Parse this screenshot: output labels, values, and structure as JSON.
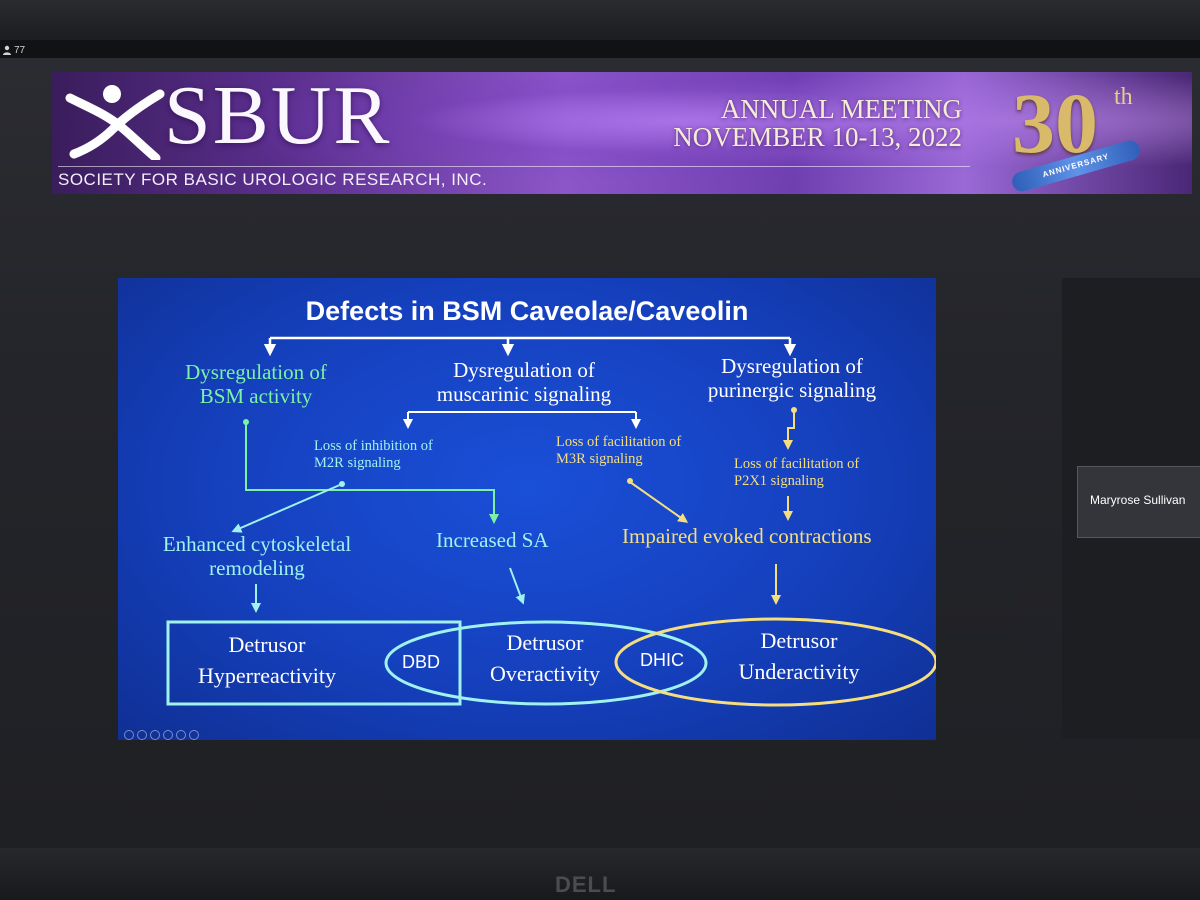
{
  "toolbar": {
    "participant_count": "77"
  },
  "banner": {
    "org": "SBUR",
    "org_full": "SOCIETY FOR BASIC UROLOGIC RESEARCH, INC.",
    "meeting": "ANNUAL MEETING",
    "dates": "NOVEMBER 10-13, 2022",
    "anniversary_number": "30",
    "anniversary_suffix": "th",
    "anniversary_ribbon": "ANNIVERSARY"
  },
  "slide": {
    "title": "Defects in BSM Caveolae/Caveolin",
    "branch_bsm_line1": "Dysregulation of",
    "branch_bsm_line2": "BSM activity",
    "branch_musc_line1": "Dysregulation of",
    "branch_musc_line2": "muscarinic signaling",
    "branch_puri_line1": "Dysregulation of",
    "branch_puri_line2": "purinergic signaling",
    "m2r_line1": "Loss of inhibition  of",
    "m2r_line2": "M2R signaling",
    "m3r_line1": "Loss of facilitation of",
    "m3r_line2": "M3R signaling",
    "p2x1_line1": "Loss of facilitation of",
    "p2x1_line2": "P2X1 signaling",
    "cyto_line1": "Enhanced cytoskeletal",
    "cyto_line2": "remodeling",
    "increased_sa": "Increased SA",
    "impaired": "Impaired evoked contractions",
    "hyper_line1": "Detrusor",
    "hyper_line2": "Hyperreactivity",
    "over_line1": "Detrusor",
    "over_line2": "Overactivity",
    "under_line1": "Detrusor",
    "under_line2": "Underactivity",
    "dbd": "DBD",
    "dhic": "DHIC"
  },
  "participant": {
    "name": "Maryrose Sullivan"
  },
  "monitor": {
    "brand": "DELL"
  },
  "colors": {
    "slide_blue": "#1540bd",
    "bsm_green": "#7cf2a8",
    "cyan": "#9ff2ee",
    "purinergic_yellow": "#f6de7e",
    "banner_purple": "#6f3fb0"
  },
  "icons": [
    "person-icon",
    "slide-control-icons",
    "sbur-figure-logo"
  ]
}
